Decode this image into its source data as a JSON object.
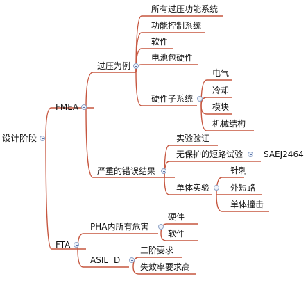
{
  "mindmap": {
    "root": "设计阶段",
    "fmea": "FMEA",
    "overvoltage": "过压为例",
    "all_overvoltage_systems": "所有过压功能系统",
    "function_control_system": "功能控制系统",
    "software": "软件",
    "battery_pack_hardware": "电池包硬件",
    "hardware_subsystem": "硬件子系统",
    "electrical": "电气",
    "cooling": "冷却",
    "module": "模块",
    "mechanical_structure": "机械结构",
    "severe_error_result": "严重的错误结果",
    "experiment_verification": "实验验证",
    "unprotected_short_test": "无保护的短路试验",
    "saej2464": "SAEJ2464",
    "monomer_experiment": "单体实验",
    "needle_puncture": "针刺",
    "external_short": "外短路",
    "monomer_impact": "单体撞击",
    "fta": "FTA",
    "pha_hazards": "PHA内所有危害",
    "pha_hardware": "硬件",
    "pha_software": "软件",
    "asil": "ASIL",
    "asil_level": "D",
    "third_order_requirements": "三阶要求",
    "failure_rate_high": "失效率要求高"
  }
}
